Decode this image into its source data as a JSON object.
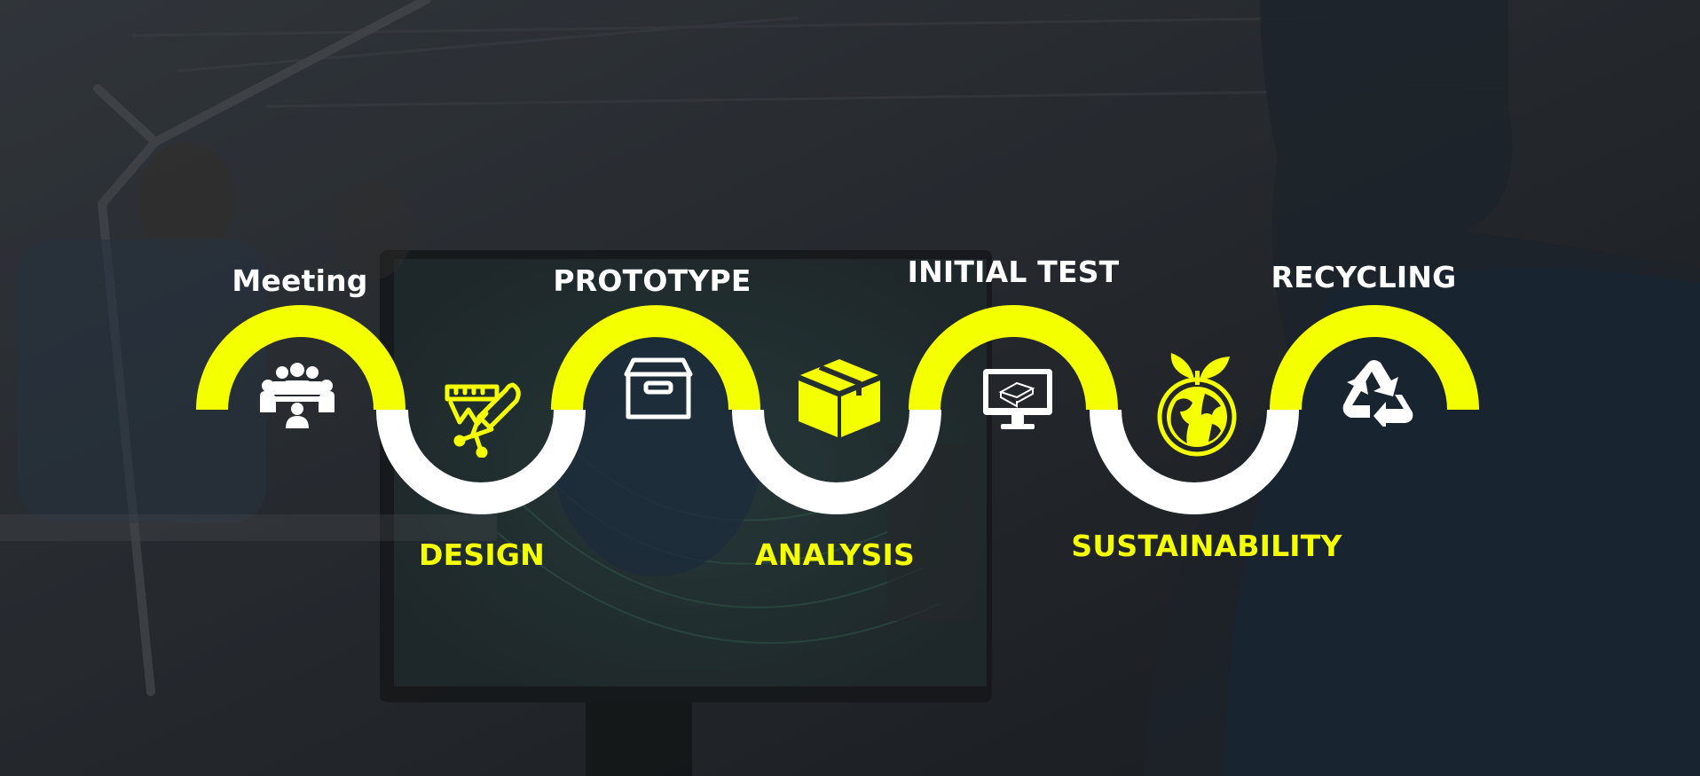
{
  "colors": {
    "accent": "#f4ff00",
    "light": "#ffffff",
    "overlay": "#1b1f24"
  },
  "steps": [
    {
      "label": "Meeting",
      "icon": "team-meeting-icon",
      "position": "top"
    },
    {
      "label": "DESIGN",
      "icon": "design-tools-icon",
      "position": "bottom"
    },
    {
      "label": "PROTOTYPE",
      "icon": "archive-box-icon",
      "position": "top"
    },
    {
      "label": "ANALYSIS",
      "icon": "package-box-icon",
      "position": "bottom"
    },
    {
      "label": "INITIAL TEST",
      "icon": "computer-monitor-icon",
      "position": "top"
    },
    {
      "label": "SUSTAINABILITY",
      "icon": "eco-globe-icon",
      "position": "bottom"
    },
    {
      "label": "RECYCLING",
      "icon": "recycle-icon",
      "position": "top"
    }
  ]
}
